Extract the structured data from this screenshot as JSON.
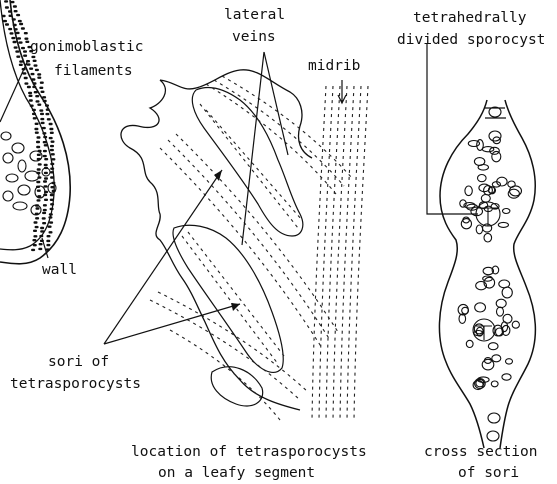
{
  "labels": {
    "gonimoblastic": [
      "gonimoblastic",
      "filaments"
    ],
    "wall": "wall",
    "sori": [
      "sori of",
      "tetrasporocysts"
    ],
    "lateral_veins": [
      "lateral",
      "veins"
    ],
    "midrib": "midrib",
    "tetrahedral": [
      "tetrahedrally",
      "divided sporocyst"
    ],
    "caption_location": [
      "location of tetrasporocysts",
      "on a leafy segment"
    ],
    "caption_cross": [
      "cross section",
      "of sori"
    ]
  }
}
